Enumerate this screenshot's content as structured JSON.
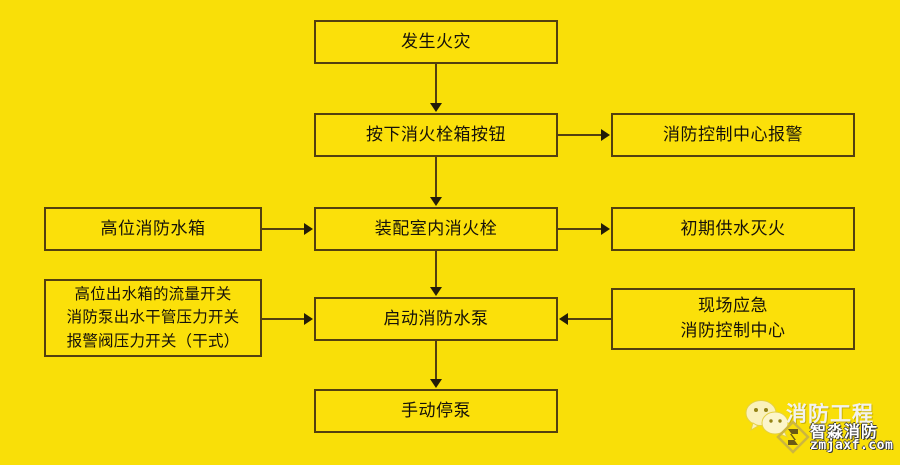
{
  "diagram": {
    "type": "flowchart",
    "background_color": "#f9df08",
    "box_fill_color": "#fbe00a",
    "box_border_color": "#53400f",
    "text_color": "#16120a",
    "nodes": [
      {
        "id": "fire",
        "label": "发生火灾",
        "row": 1,
        "column": "center"
      },
      {
        "id": "press_button",
        "label": "按下消火栓箱按钮",
        "row": 2,
        "column": "center"
      },
      {
        "id": "fcc_alarm",
        "label": "消防控制中心报警",
        "row": 2,
        "column": "right"
      },
      {
        "id": "high_tank",
        "label": "高位消防水箱",
        "row": 3,
        "column": "left"
      },
      {
        "id": "indoor_hydrant",
        "label": "装配室内消火栓",
        "row": 3,
        "column": "center"
      },
      {
        "id": "initial_water",
        "label": "初期供水灭火",
        "row": 3,
        "column": "right"
      },
      {
        "id": "switches",
        "label": "高位出水箱的流量开关\n消防泵出水干管压力开关\n报警阀压力开关（干式）",
        "row": 4,
        "column": "left"
      },
      {
        "id": "start_pump",
        "label": "启动消防水泵",
        "row": 4,
        "column": "center"
      },
      {
        "id": "onsite",
        "label": "现场应急\n消防控制中心",
        "row": 4,
        "column": "right"
      },
      {
        "id": "manual_stop",
        "label": "手动停泵",
        "row": 5,
        "column": "center"
      }
    ],
    "edges": [
      {
        "from": "fire",
        "to": "press_button",
        "direction": "down"
      },
      {
        "from": "press_button",
        "to": "fcc_alarm",
        "direction": "right"
      },
      {
        "from": "press_button",
        "to": "indoor_hydrant",
        "direction": "down"
      },
      {
        "from": "high_tank",
        "to": "indoor_hydrant",
        "direction": "right"
      },
      {
        "from": "indoor_hydrant",
        "to": "initial_water",
        "direction": "right"
      },
      {
        "from": "indoor_hydrant",
        "to": "start_pump",
        "direction": "down"
      },
      {
        "from": "switches",
        "to": "start_pump",
        "direction": "right"
      },
      {
        "from": "onsite",
        "to": "start_pump",
        "direction": "left"
      },
      {
        "from": "start_pump",
        "to": "manual_stop",
        "direction": "down"
      }
    ]
  },
  "watermark": {
    "back_title": "消防工程",
    "brand": "智淼消防",
    "url": "zmjaxf.com",
    "wechat_icon_name": "wechat-icon",
    "logo_icon_name": "diamond-logo-icon"
  }
}
